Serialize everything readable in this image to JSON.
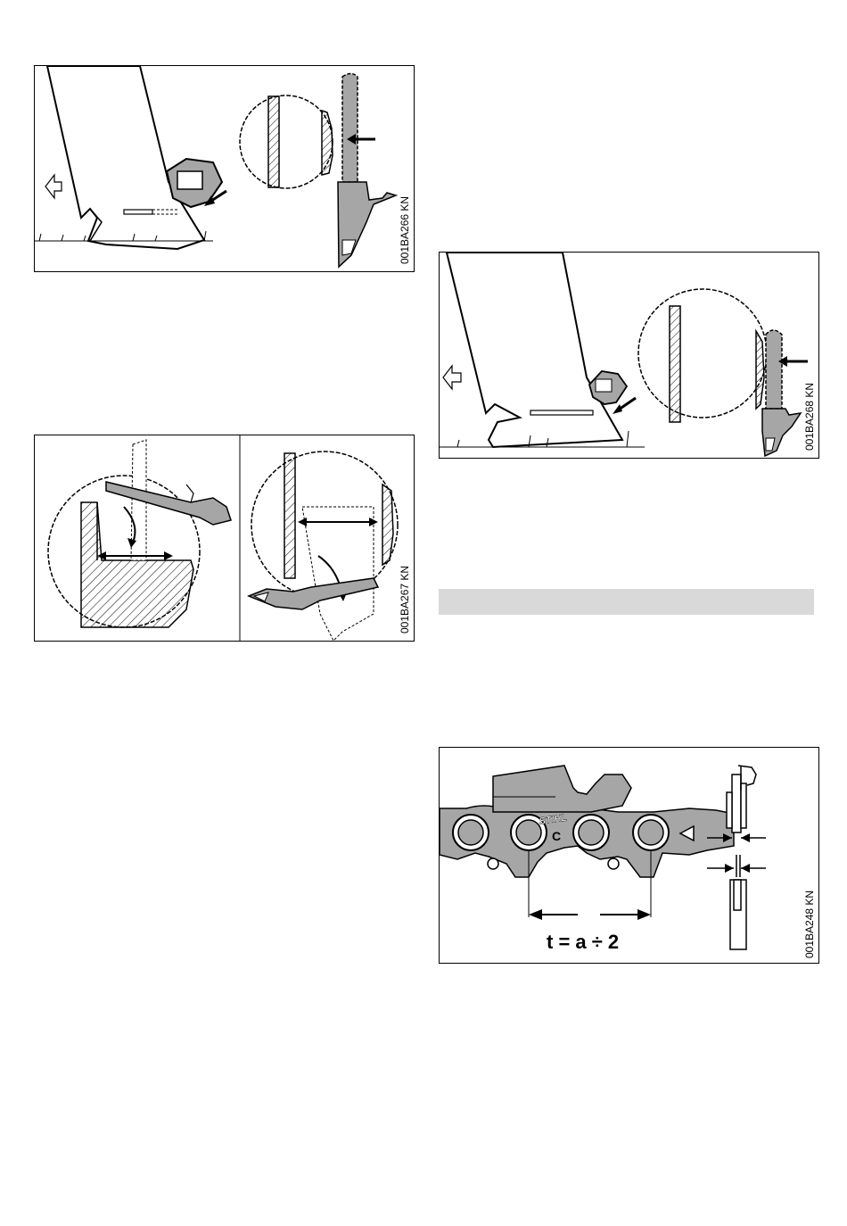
{
  "figures": {
    "fig1": {
      "code": "001BA266 KN"
    },
    "fig2": {
      "code": "001BA267 KN"
    },
    "fig3": {
      "code": "001BA268 KN"
    },
    "fig4": {
      "code": "001BA248 KN",
      "formula": "t = a ÷ 2",
      "brand": "STIHL",
      "cutter_letter": "C"
    }
  },
  "colors": {
    "tool_gray": "#a6a6a6",
    "bar_gray": "#d9d9d9",
    "outline": "#000000"
  }
}
